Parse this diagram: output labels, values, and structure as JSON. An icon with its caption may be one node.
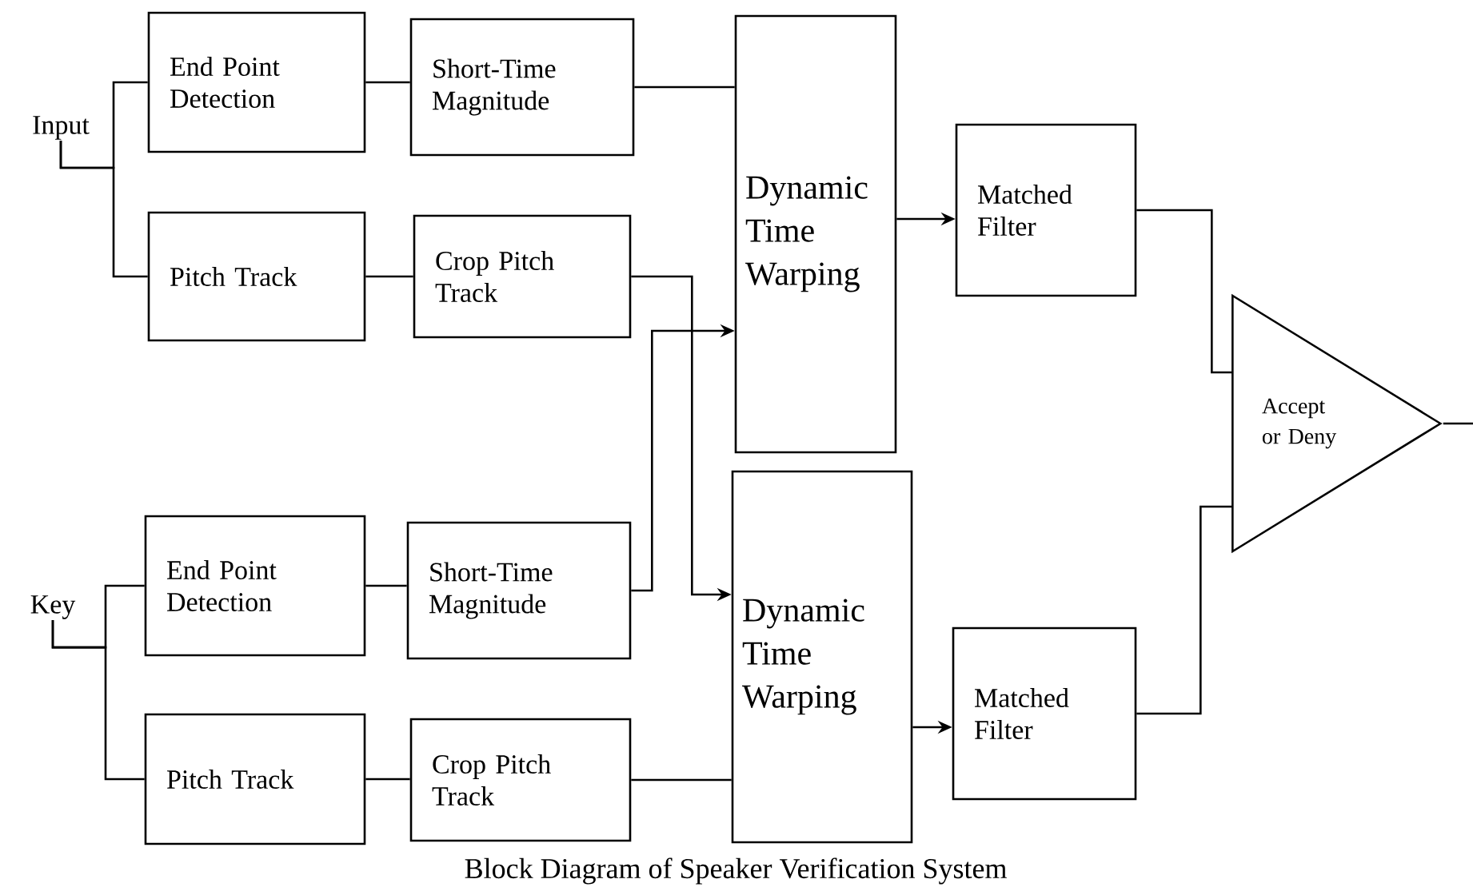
{
  "diagram": {
    "caption": "Block Diagram of Speaker Verification System",
    "nodes": [
      {
        "text": [
          "Input"
        ]
      },
      {
        "text": [
          "End Point Detection"
        ]
      },
      {
        "text": [
          "Short-Time Magnitude"
        ]
      },
      {
        "text": [
          "Pitch Track"
        ]
      },
      {
        "text": [
          "Crop Pitch Track"
        ]
      },
      {
        "text": [
          "Dynamic Time Warping"
        ]
      },
      {
        "text": [
          "Matched Filter"
        ]
      },
      {
        "text": [
          "Key"
        ]
      },
      {
        "text": [
          "End Point Detection"
        ]
      },
      {
        "text": [
          "Short-Time Magnitude"
        ]
      },
      {
        "text": [
          "Pitch Track"
        ]
      },
      {
        "text": [
          "Crop Pitch Track"
        ]
      },
      {
        "text": [
          "Dynamic Time Warping"
        ]
      },
      {
        "text": [
          "Matched Filter"
        ]
      },
      {
        "text": [
          "Accept or Deny"
        ]
      }
    ],
    "edges": [
      {
        "from": 0,
        "to": 1,
        "arrow": "none"
      },
      {
        "from": 0,
        "to": 3,
        "arrow": "none"
      },
      {
        "from": 1,
        "to": 2,
        "arrow": "none"
      },
      {
        "from": 2,
        "to": 5,
        "arrow": "none"
      },
      {
        "from": 3,
        "to": 4,
        "arrow": "none"
      },
      {
        "from": 4,
        "to": 12,
        "arrow": "to"
      },
      {
        "from": 9,
        "to": 5,
        "arrow": "to"
      },
      {
        "from": 5,
        "to": 6,
        "arrow": "to"
      },
      {
        "from": 6,
        "to": 14,
        "arrow": "none"
      },
      {
        "from": 7,
        "to": 8,
        "arrow": "none"
      },
      {
        "from": 7,
        "to": 10,
        "arrow": "none"
      },
      {
        "from": 8,
        "to": 9,
        "arrow": "none"
      },
      {
        "from": 10,
        "to": 11,
        "arrow": "none"
      },
      {
        "from": 11,
        "to": 12,
        "arrow": "none"
      },
      {
        "from": 12,
        "to": 13,
        "arrow": "to"
      },
      {
        "from": 13,
        "to": 14,
        "arrow": "none"
      },
      {
        "from": 14,
        "to": null,
        "arrow": "none"
      }
    ]
  }
}
